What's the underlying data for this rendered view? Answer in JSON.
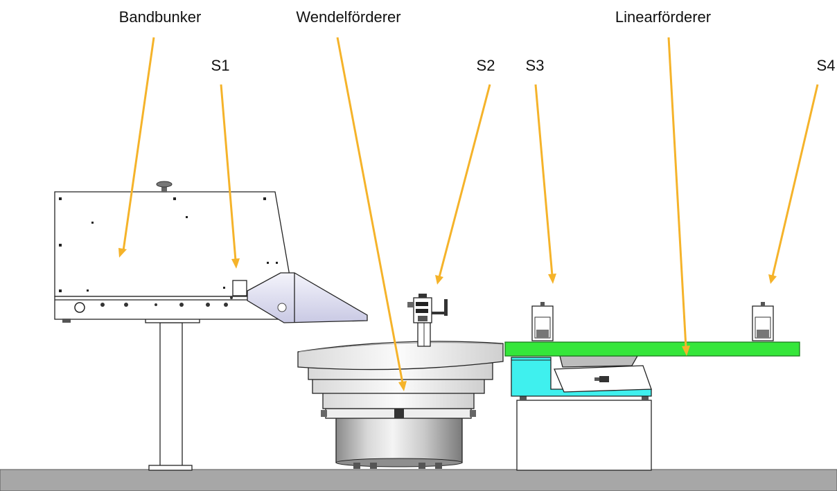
{
  "labels": {
    "bandbunker": "Bandbunker",
    "wendelfoerderer": "Wendelförderer",
    "linearfoerderer": "Linearförderer",
    "s1": "S1",
    "s2": "S2",
    "s3": "S3",
    "s4": "S4"
  },
  "colors": {
    "arrow": "#f5b32a",
    "linear_rail": "#35e63a",
    "linear_base": "#3ff0ee",
    "floor": "#a7a7a7"
  }
}
